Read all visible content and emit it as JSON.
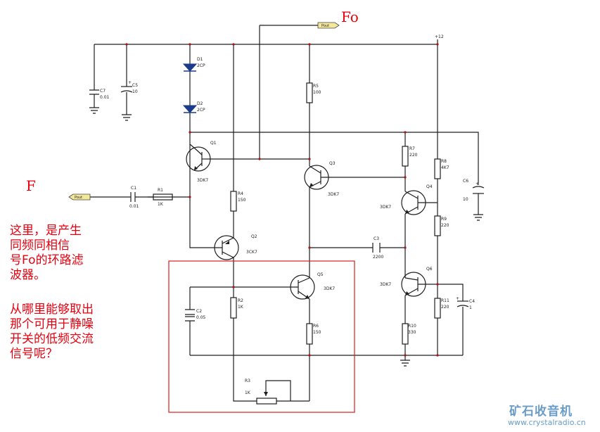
{
  "annotations": {
    "fo_label": "Fo",
    "f_label": "F",
    "note1": [
      "这里，是产生",
      "同频同相信",
      "号Fo的环路滤",
      "波器。"
    ],
    "note2": [
      "从哪里能够取出",
      "那个可用于静噪",
      "开关的低频交流",
      "信号呢？"
    ]
  },
  "ports": {
    "in": "Pout",
    "out": "Pout"
  },
  "supply": "+12",
  "components": {
    "D1": {
      "name": "D1",
      "value": "2CP"
    },
    "D2": {
      "name": "D2",
      "value": "2CP"
    },
    "C7": {
      "name": "C7",
      "value": "0.01"
    },
    "C5": {
      "name": "C5",
      "value": "10"
    },
    "C1": {
      "name": "C1",
      "value": "0.01"
    },
    "R1": {
      "name": "R1",
      "value": "1K"
    },
    "Q1": {
      "name": "Q1",
      "value": "3DK7"
    },
    "R4": {
      "name": "R4",
      "value": "150"
    },
    "Q2": {
      "name": "Q2",
      "value": "3CK7"
    },
    "R2": {
      "name": "R2",
      "value": "1K"
    },
    "C2": {
      "name": "C2",
      "value": "0.05"
    },
    "R3": {
      "name": "R3",
      "value": "1K"
    },
    "R5": {
      "name": "R5",
      "value": "100"
    },
    "Q3": {
      "name": "Q3",
      "value": "3DK7"
    },
    "Q5": {
      "name": "Q5",
      "value": "3DK7"
    },
    "R6": {
      "name": "R6",
      "value": "150"
    },
    "C3": {
      "name": "C3",
      "value": "2200"
    },
    "R7": {
      "name": "R7",
      "value": "220"
    },
    "Q4": {
      "name": "Q4",
      "value": "3DK7"
    },
    "R8": {
      "name": "R8",
      "value": "4K7"
    },
    "R9": {
      "name": "R9",
      "value": "220"
    },
    "Q6": {
      "name": "Q6",
      "value": "3DK7"
    },
    "R10": {
      "name": "R10",
      "value": "330"
    },
    "R11": {
      "name": "R11",
      "value": "220"
    },
    "C6": {
      "name": "C6",
      "value": "10"
    },
    "C4": {
      "name": "C4",
      "value": "1"
    }
  },
  "watermark": {
    "cn": "矿石收音机",
    "url": "www.crystalradio.cn"
  },
  "colors": {
    "wire": "#1e1e1e",
    "diode": "#1a3a8a",
    "annotation": "#e8000f",
    "watermark": "#6a9cc8"
  }
}
